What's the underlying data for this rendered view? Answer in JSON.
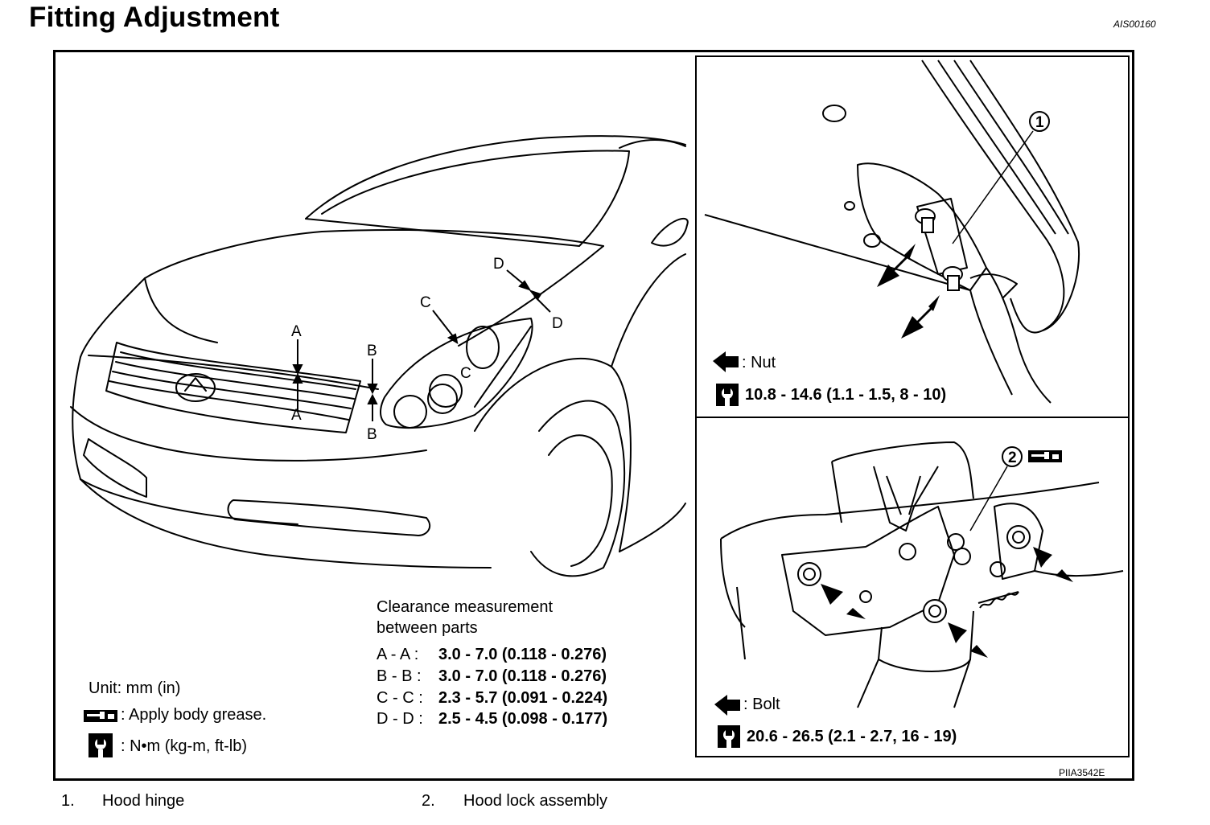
{
  "header": {
    "title": "Fitting Adjustment",
    "doc_code": "AIS00160"
  },
  "figure_code": "PIIA3542E",
  "clearance": {
    "heading_line1": "Clearance measurement",
    "heading_line2": "between parts",
    "rows": [
      {
        "label": "A - A  :",
        "value": "3.0 - 7.0 (0.118 - 0.276)"
      },
      {
        "label": "B - B  :",
        "value": "3.0 - 7.0 (0.118 - 0.276)"
      },
      {
        "label": "C - C  :",
        "value": "2.3 - 5.7 (0.091 - 0.224)"
      },
      {
        "label": "D - D  :",
        "value": "2.5 - 4.5 (0.098 - 0.177)"
      }
    ]
  },
  "legend": {
    "unit": "Unit: mm (in)",
    "grease": ": Apply body grease.",
    "torque_units": ":  N•m  (kg-m,  ft-lb)"
  },
  "car_labels": {
    "A": "A",
    "B": "B",
    "C": "C",
    "D": "D"
  },
  "nut_panel": {
    "callout": "1",
    "arrow_label": ": Nut",
    "torque": "10.8 - 14.6 (1.1 - 1.5, 8 - 10)"
  },
  "bolt_panel": {
    "callout": "2",
    "arrow_label": ": Bolt",
    "torque": "20.6 - 26.5 (2.1 - 2.7, 16 - 19)"
  },
  "parts": [
    {
      "num": "1.",
      "name": "Hood hinge"
    },
    {
      "num": "2.",
      "name": "Hood lock assembly"
    }
  ]
}
